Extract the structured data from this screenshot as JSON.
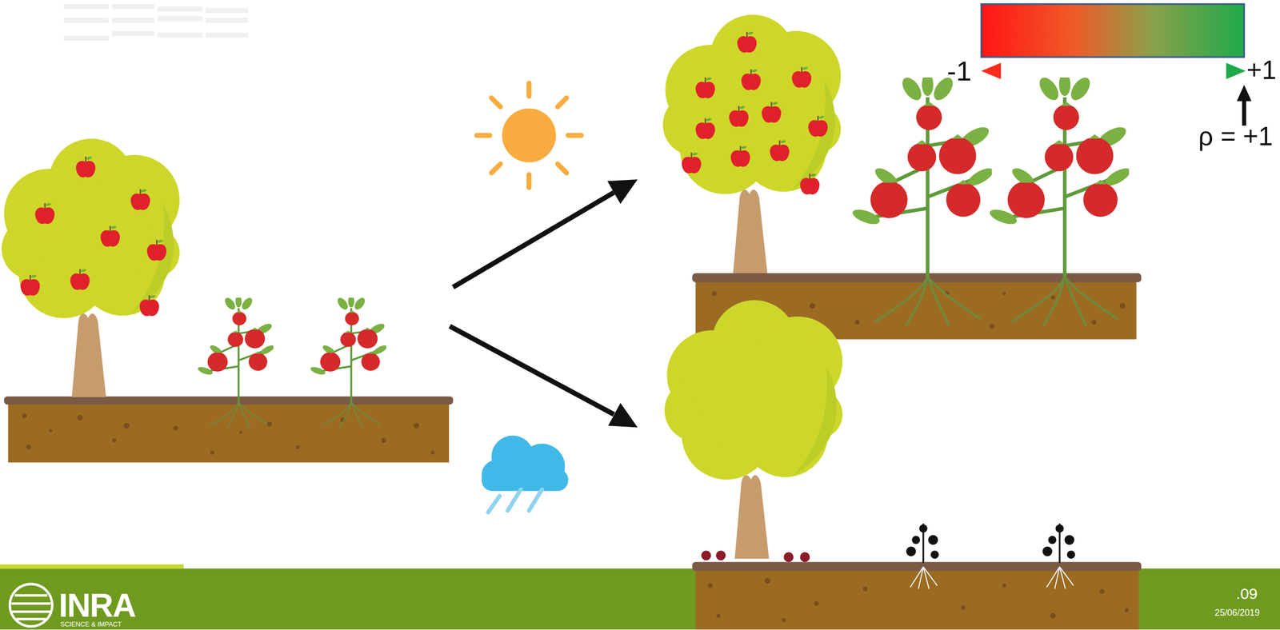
{
  "diagram": {
    "labels": [
      "-1",
      "+1",
      "ρ = +1",
      ".09",
      "25/06/2019",
      "INRA",
      "SCIENCE & IMPACT"
    ]
  }
}
